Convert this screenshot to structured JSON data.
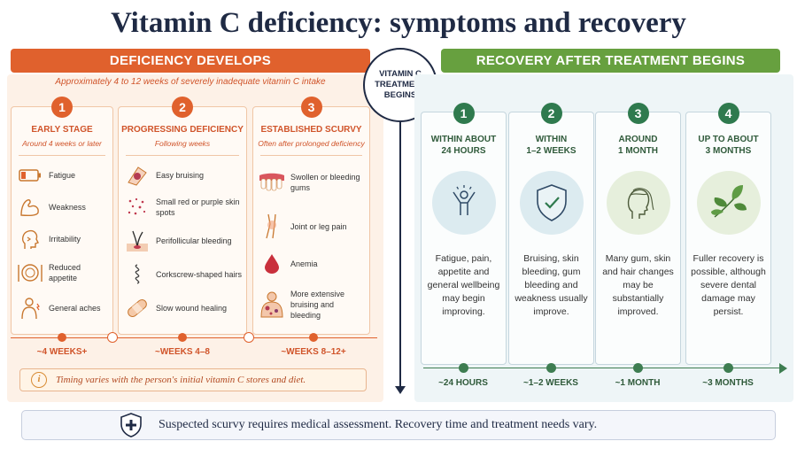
{
  "title": "Vitamin C deficiency: symptoms and recovery",
  "deficiency": {
    "banner": "DEFICIENCY DEVELOPS",
    "subtitle": "Approximately 4 to 12 weeks of severely inadequate vitamin C intake",
    "stages": [
      {
        "number": "1",
        "heading": "EARLY STAGE",
        "subheading": "Around 4 weeks or later",
        "symptoms": [
          {
            "icon": "battery-low-icon",
            "text": "Fatigue"
          },
          {
            "icon": "arm-icon",
            "text": "Weakness"
          },
          {
            "icon": "head-icon",
            "text": "Irritability"
          },
          {
            "icon": "plate-icon",
            "text": "Reduced appetite"
          },
          {
            "icon": "body-ache-icon",
            "text": "General aches"
          }
        ]
      },
      {
        "number": "2",
        "heading": "PROGRESSING DEFICIENCY",
        "subheading": "Following weeks",
        "symptoms": [
          {
            "icon": "bruise-icon",
            "text": "Easy bruising"
          },
          {
            "icon": "spots-icon",
            "text": "Small red or purple skin spots"
          },
          {
            "icon": "follicle-icon",
            "text": "Perifollicular bleeding"
          },
          {
            "icon": "corkscrew-hair-icon",
            "text": "Corkscrew-shaped hairs"
          },
          {
            "icon": "bandage-icon",
            "text": "Slow wound healing"
          }
        ]
      },
      {
        "number": "3",
        "heading": "ESTABLISHED SCURVY",
        "subheading": "Often after prolonged deficiency",
        "symptoms": [
          {
            "icon": "gums-icon",
            "text": "Swollen or bleeding gums"
          },
          {
            "icon": "joint-icon",
            "text": "Joint or leg pain"
          },
          {
            "icon": "blood-drop-icon",
            "text": "Anemia"
          },
          {
            "icon": "bruised-back-icon",
            "text": "More extensive bruising and bleeding"
          }
        ]
      }
    ],
    "timeline": [
      "~4 WEEKS+",
      "~WEEKS 4–8",
      "~WEEKS 8–12+"
    ],
    "note": "Timing varies with the person's initial vitamin C stores and diet."
  },
  "center": {
    "line1": "VITAMIN C",
    "line2": "TREATMENT",
    "line3": "BEGINS"
  },
  "recovery": {
    "banner": "RECOVERY AFTER TREATMENT BEGINS",
    "stages": [
      {
        "number": "1",
        "head1": "WITHIN ABOUT",
        "head2": "24 HOURS",
        "icon": "person-energy-icon",
        "text": "Fatigue, pain, appetite and general wellbeing may begin improving."
      },
      {
        "number": "2",
        "head1": "WITHIN",
        "head2": "1–2 WEEKS",
        "icon": "shield-check-icon",
        "text": "Bruising, skin bleeding, gum bleeding and weakness usually improve."
      },
      {
        "number": "3",
        "head1": "AROUND",
        "head2": "1 MONTH",
        "icon": "face-hair-icon",
        "text": "Many gum, skin and hair changes may be substantially improved."
      },
      {
        "number": "4",
        "head1": "UP TO ABOUT",
        "head2": "3 MONTHS",
        "icon": "leaves-icon",
        "text": "Fuller recovery is possible, although severe dental damage may persist."
      }
    ],
    "timeline": [
      "~24 HOURS",
      "~1–2 WEEKS",
      "~1 MONTH",
      "~3 MONTHS"
    ]
  },
  "footer": {
    "icon": "medical-shield-icon",
    "text": "Suspected scurvy requires medical assessment. Recovery time and treatment needs vary."
  },
  "colors": {
    "deficiency_accent": "#e0612d",
    "recovery_accent": "#67a03f",
    "recovery_dark": "#2f7a4e",
    "navy": "#1f2a44"
  }
}
